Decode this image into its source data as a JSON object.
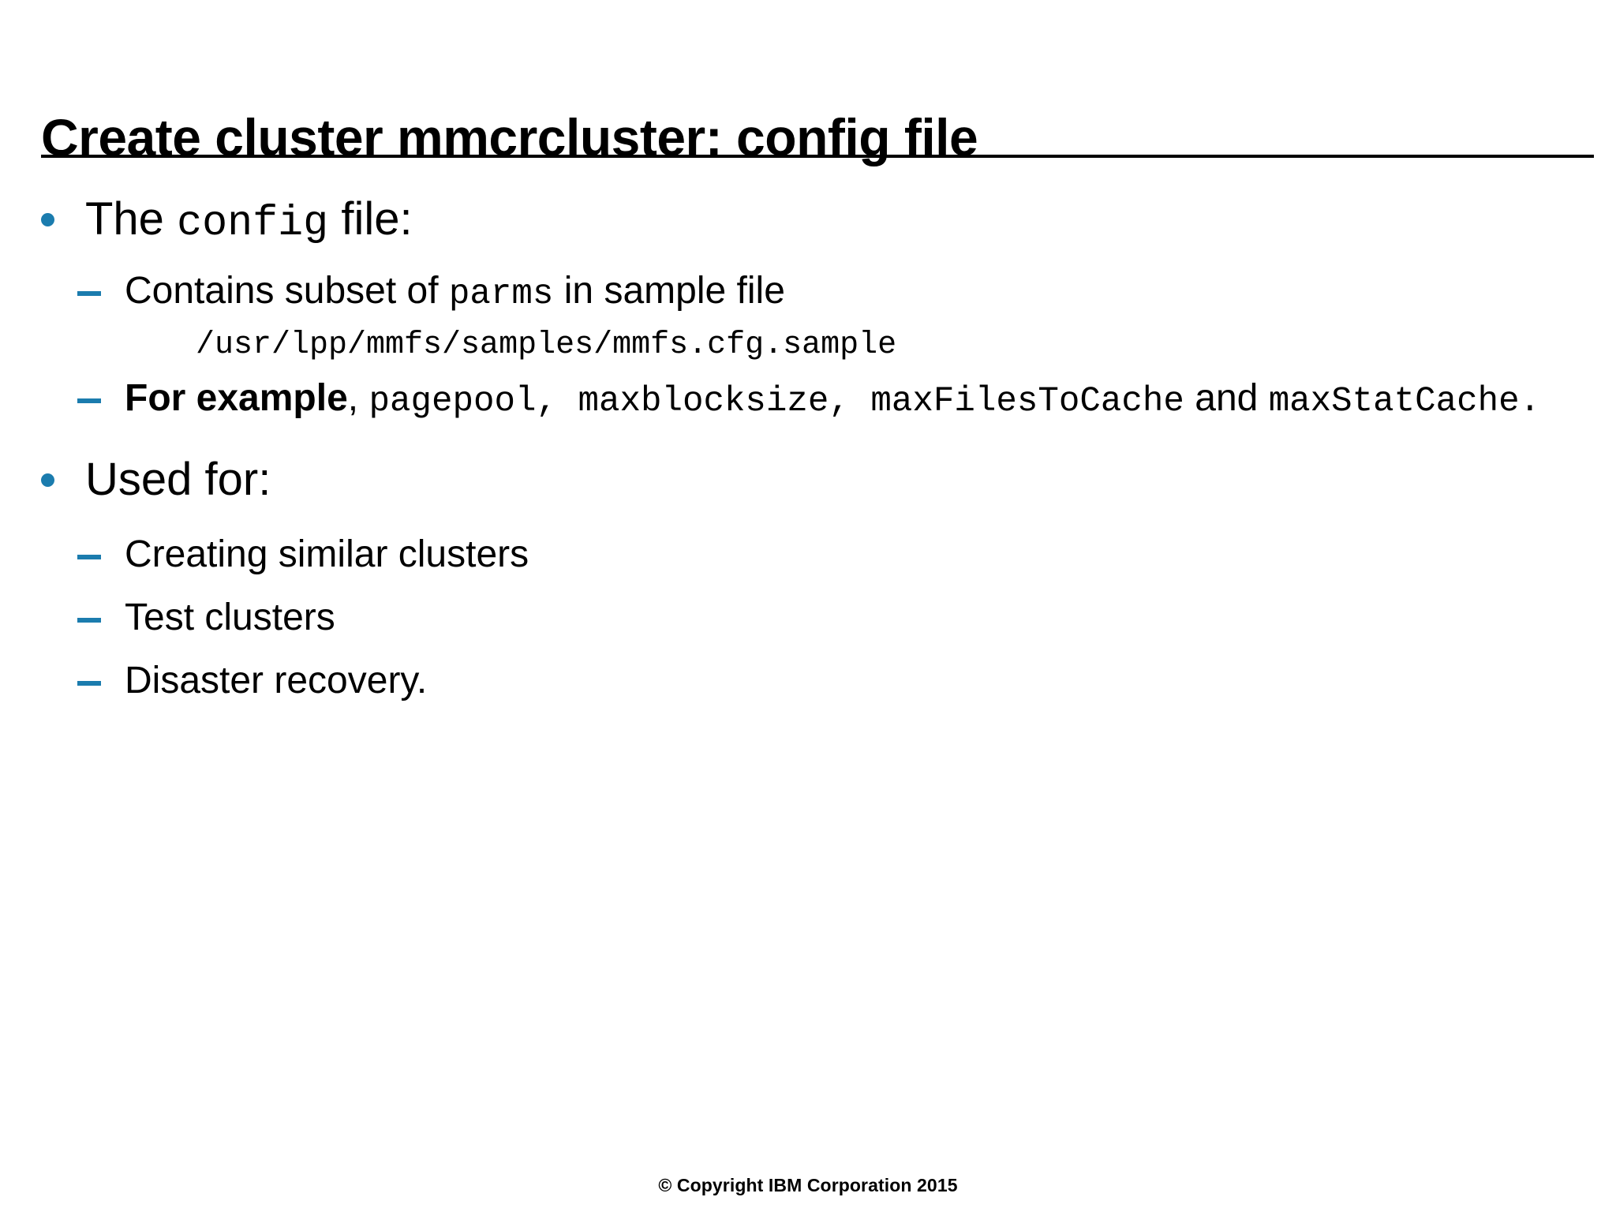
{
  "slide": {
    "title": "Create cluster mmcrcluster: config file",
    "footer": "© Copyright IBM Corporation 2015",
    "accent_color": "#1b7cae",
    "text_color": "#000000",
    "background_color": "#ffffff"
  },
  "content": {
    "bullet1": {
      "text_before": "The",
      "code": "config",
      "text_after": "file:"
    },
    "sub1": {
      "text_before": "Contains subset of",
      "code": "parms",
      "text_after": "in sample file"
    },
    "path": "/usr/lpp/mmfs/samples/mmfs.cfg.sample",
    "sub2": {
      "lead": "For example",
      "comma": ",",
      "code_line1": "pagepool, maxblocksize, maxFilesToCache",
      "text_and": "and",
      "code_line2": "maxStatCache."
    },
    "bullet2": {
      "text": "Used for:"
    },
    "sub3": [
      {
        "text": "Creating similar clusters"
      },
      {
        "text": "Test clusters"
      },
      {
        "text": "Disaster recovery."
      }
    ]
  }
}
